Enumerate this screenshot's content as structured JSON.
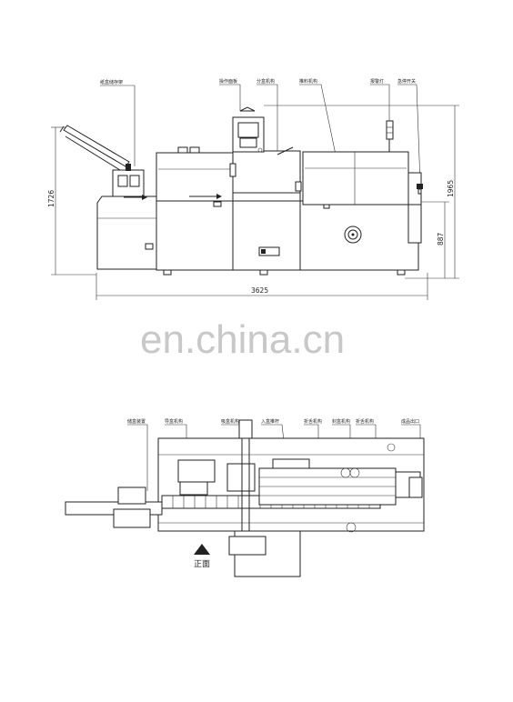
{
  "watermark": "en.china.cn",
  "front_view": {
    "callouts": [
      "纸盒储存架",
      "操作面板",
      "分盒机构",
      "推料机构",
      "报警灯",
      "急停开关"
    ],
    "dimensions": {
      "total_length": "3625",
      "total_height": "1965",
      "left_height": "1726",
      "work_height": "887"
    }
  },
  "top_view": {
    "callouts": [
      "储盒装置",
      "导盒机构",
      "吸盒机构",
      "入盒推杆",
      "折舌机构",
      "封盒机构",
      "折舌机构",
      "成品出口"
    ],
    "direction_label": "正面"
  }
}
